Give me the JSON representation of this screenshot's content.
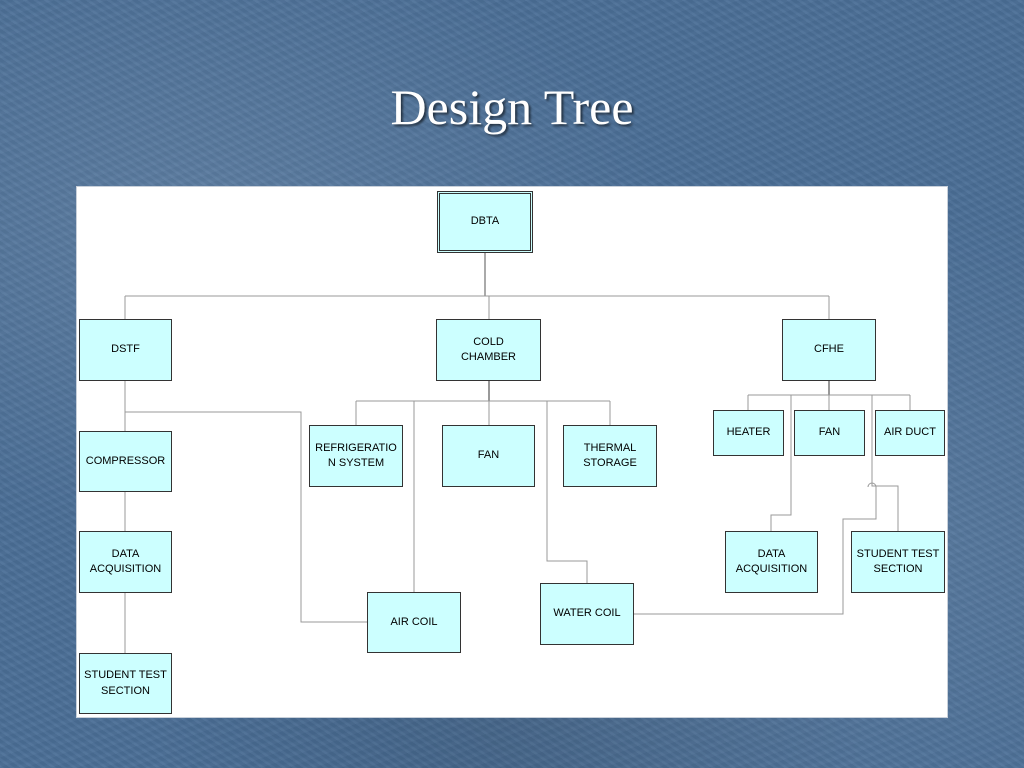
{
  "slide": {
    "title": "Design Tree"
  },
  "diagram": {
    "nodes": {
      "dbta": "DBTA",
      "dstf": "DSTF",
      "cold_chamber": "COLD\nCHAMBER",
      "cfhe": "CFHE",
      "compressor": "COMPRESSOR",
      "dstf_data_acquisition": "DATA\nACQUISITION",
      "dstf_student_test_section": "STUDENT TEST\nSECTION",
      "refrigeration_system": "REFRIGERATIO\nN SYSTEM",
      "cold_chamber_fan": "FAN",
      "thermal_storage": "THERMAL\nSTORAGE",
      "air_coil": "AIR COIL",
      "water_coil": "WATER COIL",
      "heater": "HEATER",
      "cfhe_fan": "FAN",
      "air_duct": "AIR DUCT",
      "cfhe_data_acquisition": "DATA\nACQUISITION",
      "cfhe_student_test_section": "STUDENT TEST\nSECTION"
    },
    "colors": {
      "node_fill": "#ccffff",
      "node_border": "#333333",
      "connector": "#999999"
    }
  }
}
